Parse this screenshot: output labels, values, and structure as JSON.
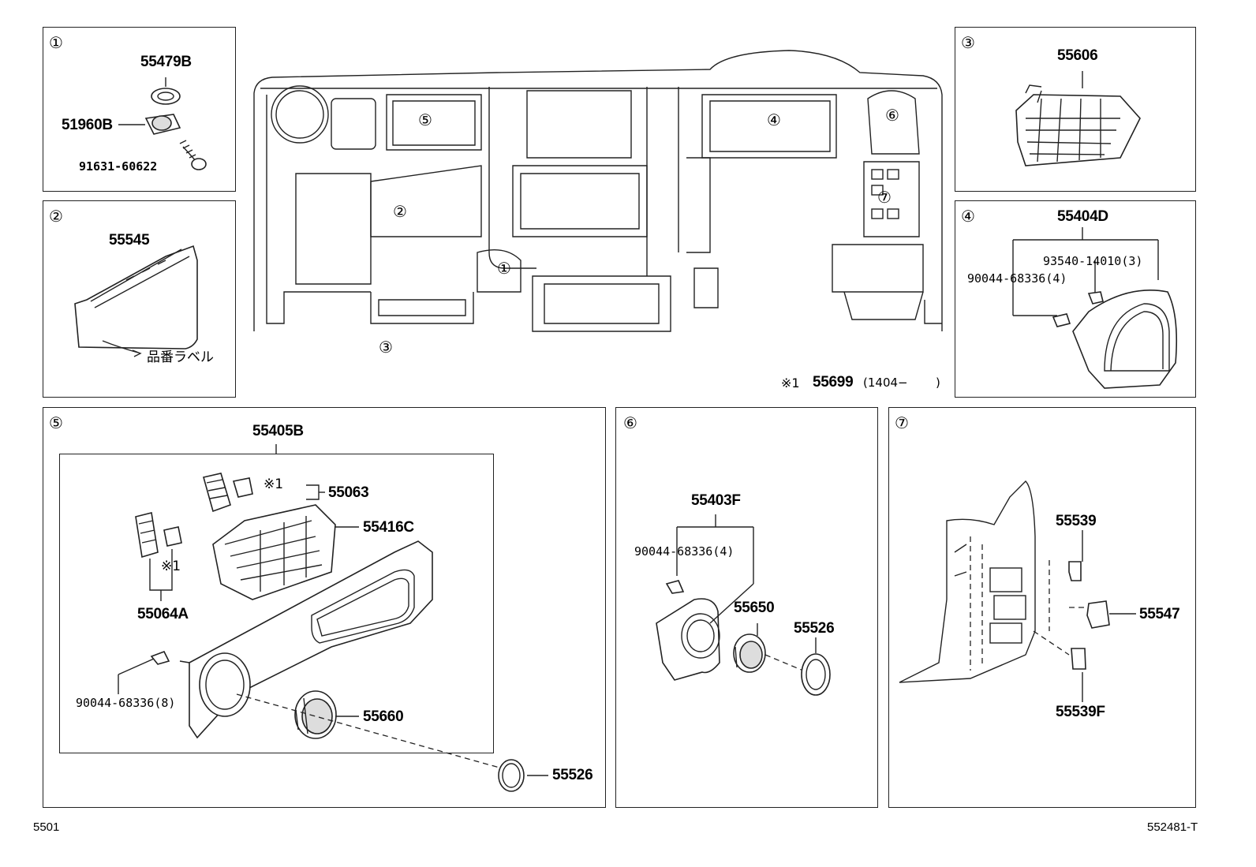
{
  "panels": {
    "p1": {
      "num": "①",
      "labels": [
        "55479B",
        "51960B",
        "91631-60622"
      ]
    },
    "p2": {
      "num": "②",
      "labels": [
        "55545"
      ],
      "note": "品番ラベル"
    },
    "p3": {
      "num": "③",
      "labels": [
        "55606"
      ]
    },
    "p4": {
      "num": "④",
      "labels": [
        "55404D",
        "93540-14010(3)",
        "90044-68336(4)"
      ]
    },
    "p5": {
      "num": "⑤",
      "labels": [
        "55405B",
        "55063",
        "55416C",
        "55064A",
        "90044-68336(8)",
        "55660",
        "55526"
      ],
      "marks": [
        "※1",
        "※1"
      ]
    },
    "p6": {
      "num": "⑥",
      "labels": [
        "55403F",
        "90044-68336(4)",
        "55650",
        "55526"
      ]
    },
    "p7": {
      "num": "⑦",
      "labels": [
        "55539",
        "55547",
        "55539F"
      ]
    }
  },
  "main": {
    "callouts": [
      "⑤",
      "④",
      "⑥",
      "②",
      "⑦",
      "①",
      "③"
    ],
    "note_mark": "※1",
    "note_part": "55699",
    "note_range": "(1404−",
    "note_close": ")"
  },
  "footer": {
    "left": "5501",
    "right": "552481-T"
  }
}
